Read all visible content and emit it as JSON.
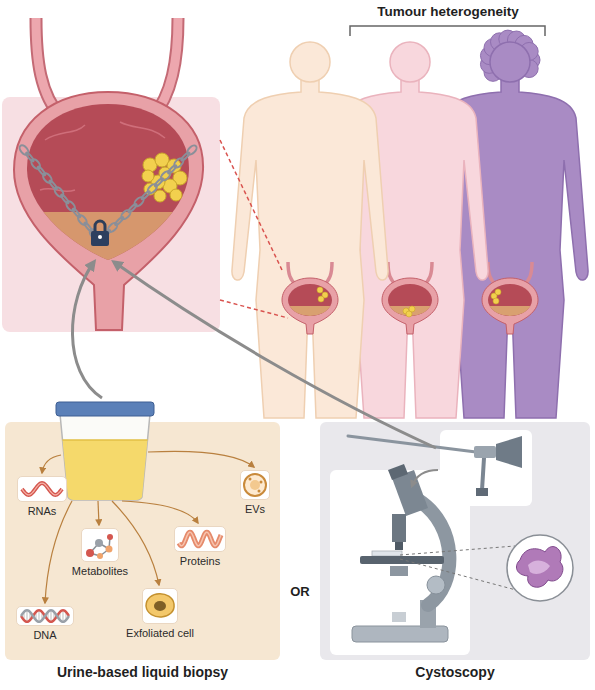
{
  "diagram": {
    "nodes": [
      {
        "text": [
          "Urine-based liquid biopsy"
        ]
      },
      {
        "text": [
          "RNAs"
        ],
        "in": 0
      },
      {
        "text": [
          "EVs"
        ],
        "in": 0
      },
      {
        "text": [
          "Metabolites"
        ],
        "in": 0
      },
      {
        "text": [
          "Proteins"
        ],
        "in": 0
      },
      {
        "text": [
          "DNA"
        ],
        "in": 0
      },
      {
        "text": [
          "Exfoliated cell"
        ],
        "in": 0
      },
      {
        "text": [
          "Cystoscopy"
        ]
      }
    ],
    "labels": [
      "Tumour heterogeneity",
      "OR"
    ]
  }
}
